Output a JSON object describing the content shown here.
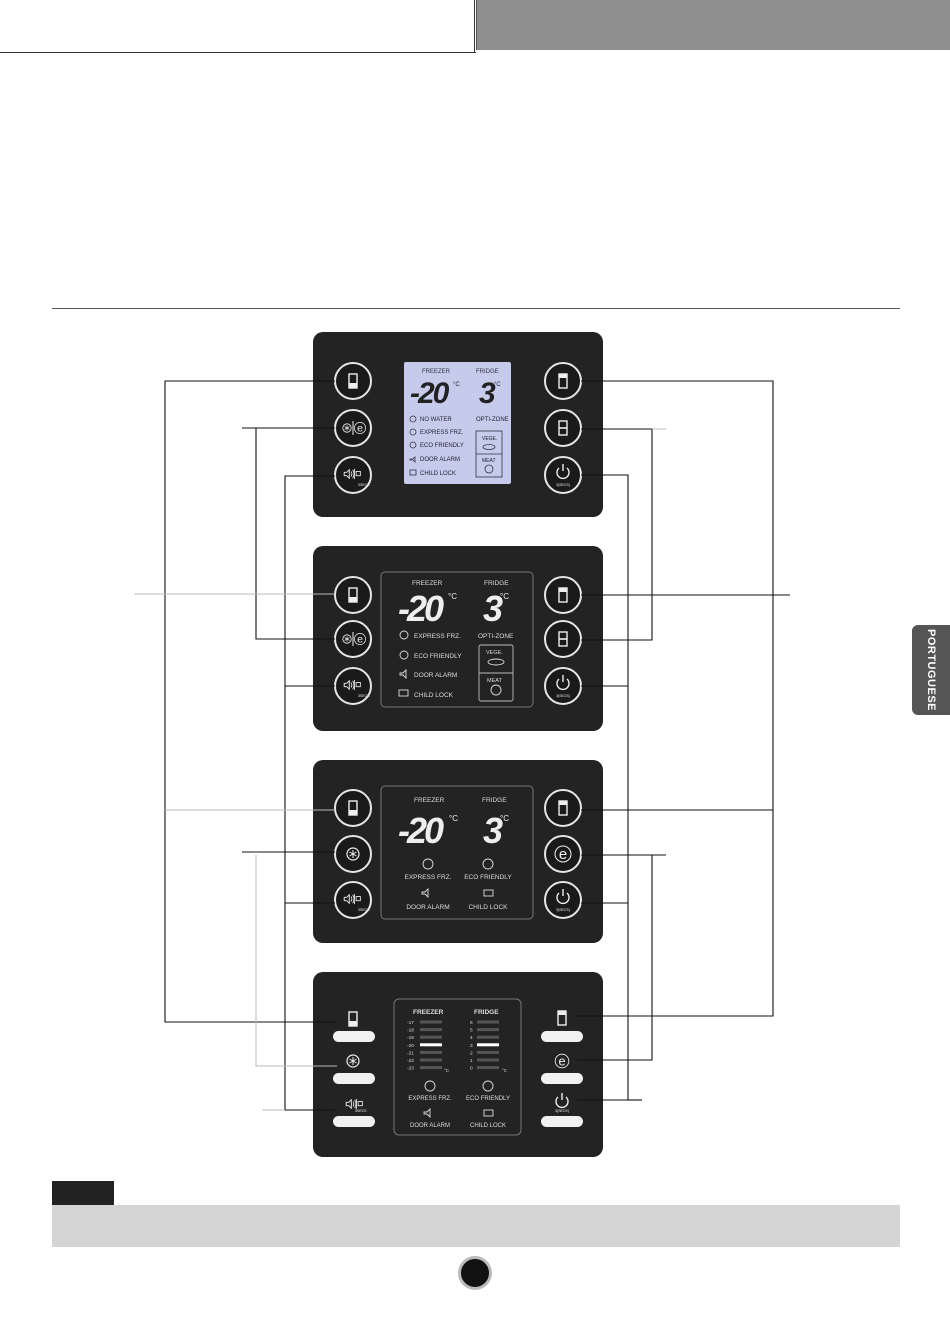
{
  "header": {},
  "side_tab": {
    "label": "PORTUGUESE"
  },
  "panel1": {
    "freezer_label": "FREEZER",
    "fridge_label": "FRIDGE",
    "freezer_temp": "-20",
    "fridge_temp": "3",
    "unit": "°C",
    "indicators": [
      "NO WATER",
      "EXPRESS FRZ.",
      "ECO FRIENDLY",
      "DOOR ALARM",
      "CHILD LOCK"
    ],
    "opti_zone": "OPTI-ZONE",
    "vege": "VEGE.",
    "meat": "MEAT",
    "power_caption": "3(SECS)",
    "lock_caption": "3SECS"
  },
  "panel2": {
    "freezer_label": "FREEZER",
    "fridge_label": "FRIDGE",
    "freezer_temp": "-20",
    "fridge_temp": "3",
    "unit": "°C",
    "indicators": [
      "EXPRESS FRZ.",
      "ECO FRIENDLY",
      "DOOR ALARM",
      "CHILD LOCK"
    ],
    "opti_zone": "OPTI-ZONE",
    "vege": "VEGE.",
    "meat": "MEAT",
    "power_caption": "3(SECS)",
    "lock_caption": "3SECS"
  },
  "panel3": {
    "freezer_label": "FREEZER",
    "fridge_label": "FRIDGE",
    "freezer_temp": "-20",
    "fridge_temp": "3",
    "unit": "°C",
    "express": "EXPRESS FRZ.",
    "eco": "ECO FRIENDLY",
    "door_alarm": "DOOR ALARM",
    "child_lock": "CHILD LOCK",
    "power_caption": "3(SECS)",
    "lock_caption": "3SECS"
  },
  "panel4": {
    "freezer_label": "FREEZER",
    "fridge_label": "FRIDGE",
    "freezer_scale": [
      "-17",
      "-18",
      "-19",
      "-20",
      "-21",
      "-22",
      "-23"
    ],
    "fridge_scale": [
      "6",
      "5",
      "4",
      "3",
      "2",
      "1",
      "0"
    ],
    "freezer_selected": "-20",
    "fridge_selected": "3",
    "unit": "°C",
    "express": "EXPRESS FRZ.",
    "eco": "ECO FRIENDLY",
    "door_alarm": "DOOR ALARM",
    "child_lock": "CHILD LOCK",
    "power_caption": "3(SECS)",
    "lock_caption": "3SECS"
  },
  "colors": {
    "panel": "#232323",
    "lcd": "#c6cbec",
    "line": "#111111",
    "grey_line": "#bbbbbb"
  }
}
